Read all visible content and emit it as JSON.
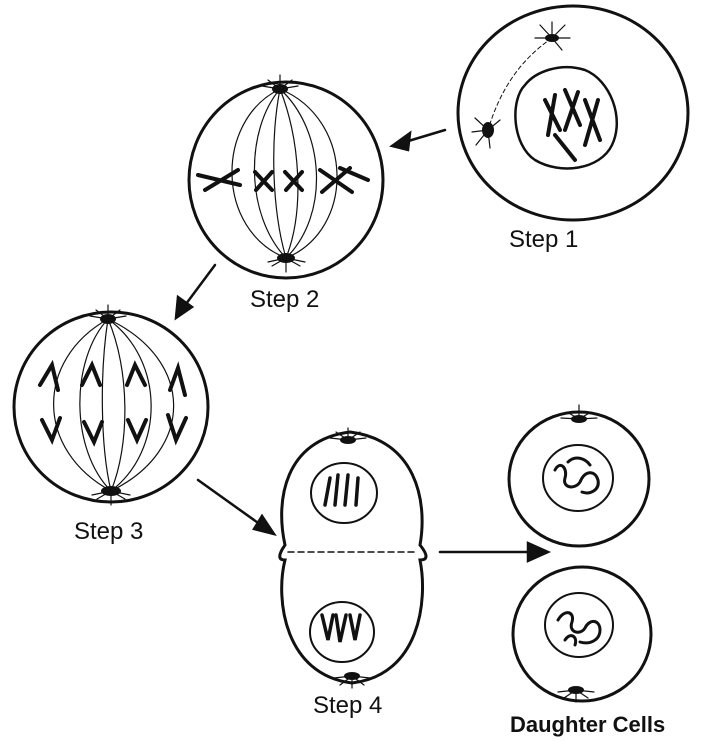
{
  "labels": {
    "step1": "Step 1",
    "step2": "Step 2",
    "step3": "Step 3",
    "step4": "Step 4",
    "daughter": "Daughter Cells"
  },
  "colors": {
    "ink": "#111111",
    "background": "#ffffff"
  }
}
